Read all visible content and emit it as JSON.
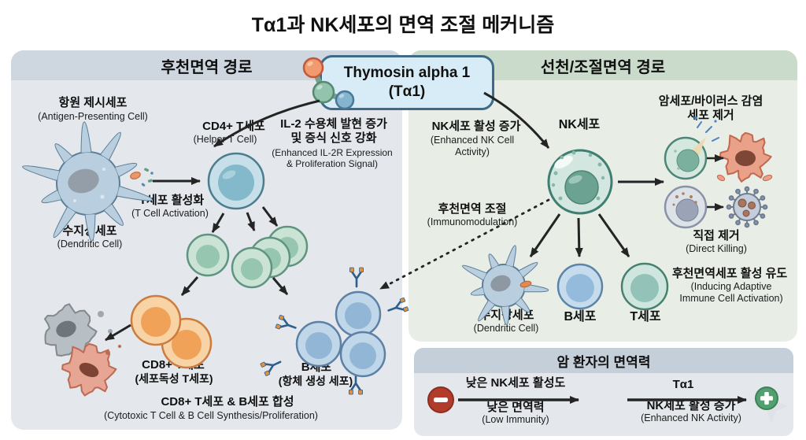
{
  "title": "Tα1과 NK세포의 면역 조절 메커니즘",
  "thymosin": {
    "line1": "Thymosin alpha 1",
    "line2": "(Tα1)"
  },
  "colors": {
    "left_panel_bg": "#e4e7ec",
    "left_header_bg": "#ced6e0",
    "right_panel_bg": "#e8ede6",
    "right_header_bg": "#cbdbcb",
    "box_bg": "#e4e8ec",
    "box_header_bg": "#c5cfd9",
    "thymosin_bg": "#d8ecf7",
    "thymosin_border": "#3e6a85",
    "minus_red": "#b23c2c",
    "plus_green": "#52a070",
    "arrow": "#242424"
  },
  "adaptive": {
    "header": "후천면역 경로",
    "apc_ko": "항원 제시세포",
    "apc_en": "(Antigen-Presenting Cell)",
    "cd4_ko": "CD4+ T세포",
    "cd4_en": "(Helper T Cell)",
    "il2_ko": "IL-2 수용체 발현 증가\n및 증식 신호 강화",
    "il2_en": "(Enhanced IL-2R Expression\n& Proliferation Signal)",
    "tact_ko": "T세포 활성화",
    "tact_en": "(T Cell Activation)",
    "dc_ko": "수지상세포",
    "dc_en": "(Dendritic Cell)",
    "cd8_ko": "CD8+ T세포",
    "cd8_sub": "(세포독성 T세포)",
    "b_ko": "B세포",
    "b_sub": "(항체 생성 세포)",
    "synth_ko": "CD8+ T세포 & B세포 합성",
    "synth_en": "(Cytotoxic T Cell & B Cell Synthesis/Proliferation)"
  },
  "innate": {
    "header": "선천/조절면역 경로",
    "nkact_ko": "NK세포 활성 증가",
    "nkact_en": "(Enhanced NK Cell\nActivity)",
    "nk_label": "NK세포",
    "removal_ko": "암세포/바이러스 감염\n세포 제거",
    "immunomod_ko": "후천면역 조절",
    "immunomod_en": "(Immunomodulation)",
    "direct_ko": "직접 제거",
    "direct_en": "(Direct Killing)",
    "induce_ko": "후천면역세포 활성 유도",
    "induce_en": "(Inducing Adaptive\nImmune Cell Activation)",
    "dc_ko": "수지상세포",
    "dc_en": "(Dendritic Cell)",
    "b_label": "B세포",
    "t_label": "T세포"
  },
  "immunity_box": {
    "header": "암 환자의 면역력",
    "low_nk": "낮은 NK세포 활성도",
    "low_imm_ko": "낮은 면역력",
    "low_imm_en": "(Low Immunity)",
    "ta1": "Tα1",
    "enh_ko": "NK세포 활성 증가",
    "enh_en": "(Enhanced NK Activity)"
  }
}
